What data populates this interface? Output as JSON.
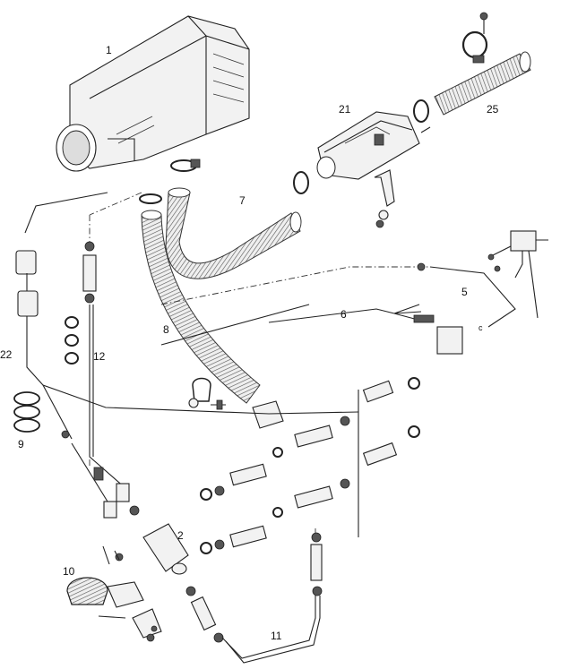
{
  "diagram": {
    "callouts": {
      "p1": "1",
      "p2": "2",
      "p5": "5",
      "p6": "6",
      "p7": "7",
      "p8": "8",
      "p9": "9",
      "p10": "10",
      "p11": "11",
      "p12": "12",
      "p21": "21",
      "p22": "22",
      "p25": "25"
    },
    "connector_letter": "c"
  }
}
